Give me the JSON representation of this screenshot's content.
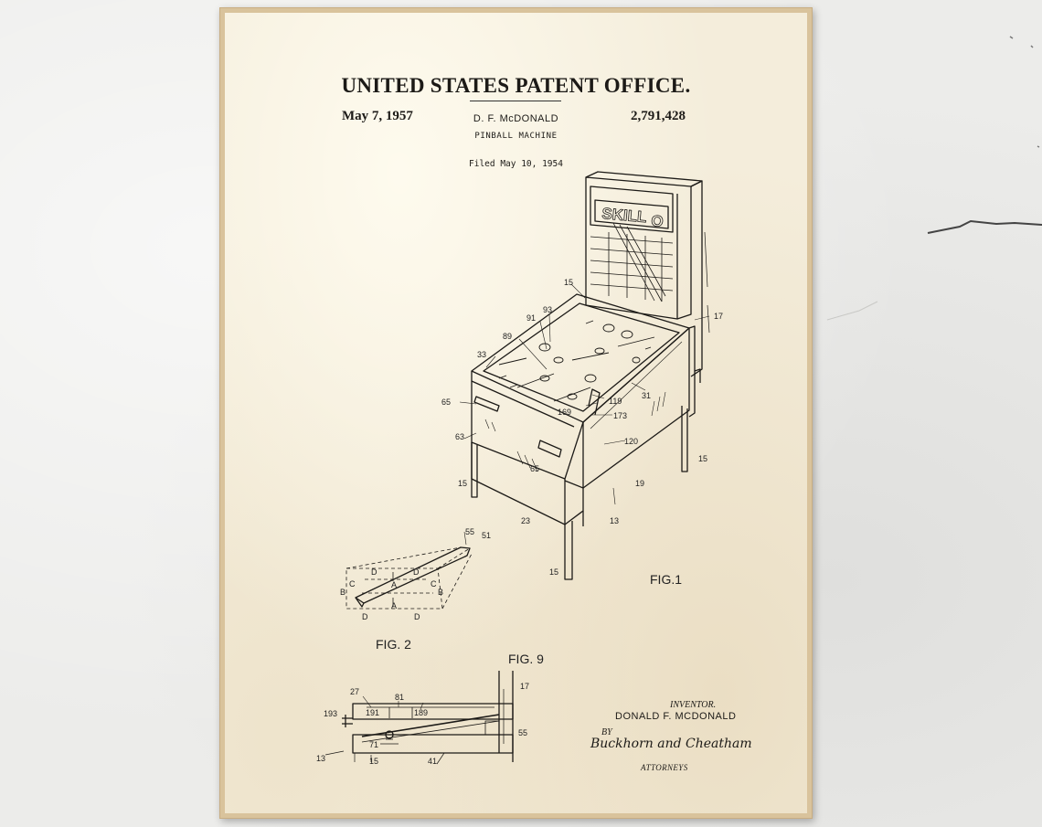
{
  "patent": {
    "office_heading": "UNITED STATES PATENT OFFICE.",
    "date": "May 7, 1957",
    "inventor_short": "D. F. McDONALD",
    "invention": "PINBALL MACHINE",
    "patent_number": "2,791,428",
    "filed": "Filed May 10, 1954"
  },
  "figures": {
    "fig1": "FIG.1",
    "fig2": "FIG. 2",
    "fig9": "FIG. 9",
    "backbox_text": "SKILL",
    "backbox_text_2": "O"
  },
  "callouts": {
    "fig1": [
      "15",
      "93",
      "91",
      "89",
      "33",
      "65",
      "63",
      "15",
      "65",
      "23",
      "169",
      "119",
      "173",
      "31",
      "120",
      "19",
      "13",
      "15",
      "15",
      "17"
    ],
    "fig2": [
      "55",
      "51",
      "D",
      "D",
      "A",
      "C",
      "B",
      "C",
      "B",
      "A",
      "D",
      "D"
    ],
    "fig9": [
      "27",
      "81",
      "191",
      "189",
      "193",
      "17",
      "55",
      "71",
      "13",
      "15",
      "41"
    ]
  },
  "signature": {
    "inventor_title": "INVENTOR.",
    "inventor_name": "DONALD F. MCDONALD",
    "by": "BY",
    "attorney_signature": "Buckhorn and Cheatham",
    "attorneys_title": "ATTORNEYS"
  },
  "colors": {
    "wall": "#ececea",
    "frame": "#d9c39c",
    "paper": "#f4eddb",
    "ink": "#1c1a17"
  }
}
